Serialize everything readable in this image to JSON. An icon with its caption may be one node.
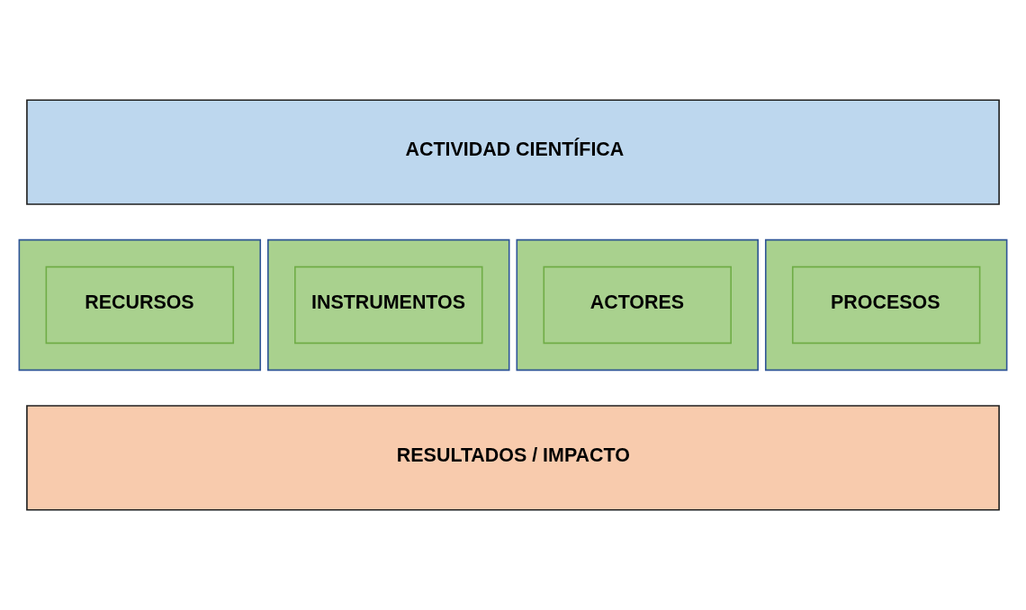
{
  "diagram": {
    "nodes": [
      {
        "text": [
          "ACTIVIDAD CIENTÍFICA"
        ]
      },
      {
        "text": [],
        "shape": "box"
      },
      {
        "text": [
          "RECURSOS"
        ],
        "in": 1
      },
      {
        "text": [],
        "shape": "box"
      },
      {
        "text": [
          "INSTRUMENTOS"
        ],
        "in": 3
      },
      {
        "text": [],
        "shape": "box"
      },
      {
        "text": [
          "ACTORES"
        ],
        "in": 5
      },
      {
        "text": [],
        "shape": "box"
      },
      {
        "text": [
          "PROCESOS"
        ],
        "in": 7
      },
      {
        "text": [
          "RESULTADOS / IMPACTO"
        ]
      }
    ],
    "edges": []
  }
}
